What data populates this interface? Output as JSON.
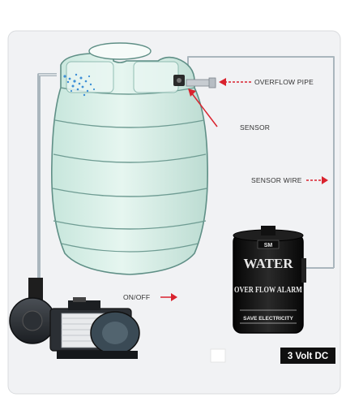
{
  "labels": {
    "overflow_pipe": "OVERFLOW PIPE",
    "sensor": "SENSOR",
    "sensor_wire": "SENSOR WIRE",
    "on_off": "ON/OFF"
  },
  "alarm_device": {
    "brand": "SM",
    "line1": "WATER",
    "line2": "OVER FLOW ALARM",
    "line3": "SAVE ELECTRICITY"
  },
  "voltage_badge": "3 Volt DC",
  "colors": {
    "arrow": "#d9232e",
    "tank_fill": "#d7efe7",
    "tank_stroke": "#5f8f86",
    "pipe": "#aab6bd",
    "device": "#141414",
    "background_panel": "#f1f2f4"
  }
}
